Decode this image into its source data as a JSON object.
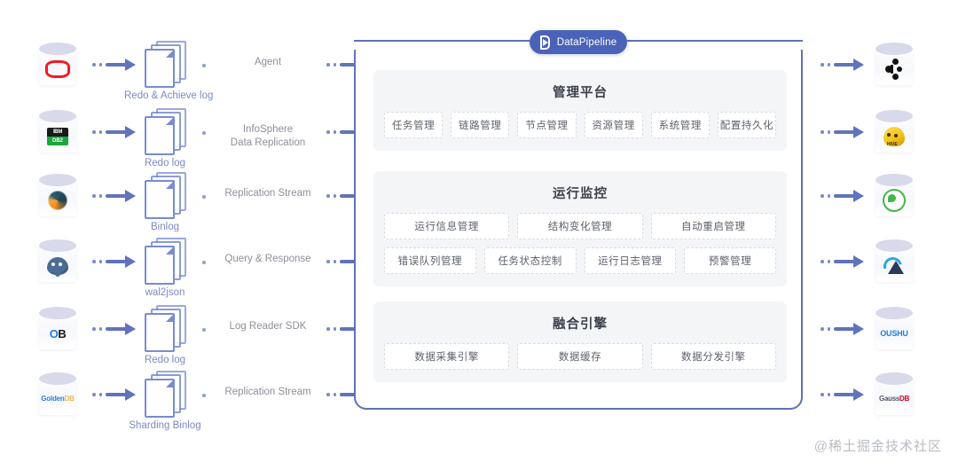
{
  "brand": {
    "badge_label": "DataPipeline",
    "badge_color": "#4a63b8",
    "border_color": "#5f72b8",
    "arrow_color": "#6073bd",
    "doc_label_color": "#7b88c9"
  },
  "watermark": "@稀土掘金技术社区",
  "sources": [
    {
      "db_icon": "oracle-icon",
      "db_name": "Oracle",
      "doc_icon": "document-stack-icon",
      "doc_label": "Redo & Achieve log",
      "method": "Agent"
    },
    {
      "db_icon": "ibm-db2-icon",
      "db_name": "IBM DB2",
      "doc_icon": "document-stack-icon",
      "doc_label": "Redo log",
      "method": "InfoSphere\nData Replication",
      "method_line1": "InfoSphere",
      "method_line2": "Data Replication"
    },
    {
      "db_icon": "mysql-icon",
      "db_name": "MySQL",
      "doc_icon": "document-stack-icon",
      "doc_label": "Binlog",
      "method": "Replication Stream"
    },
    {
      "db_icon": "postgresql-icon",
      "db_name": "PostgreSQL",
      "doc_icon": "document-stack-icon",
      "doc_label": "wal2json",
      "method": "Query & Response"
    },
    {
      "db_icon": "oceanbase-icon",
      "db_name": "OceanBase",
      "doc_icon": "document-stack-icon",
      "doc_label": "Redo log",
      "method": "Log Reader SDK"
    },
    {
      "db_icon": "goldendb-icon",
      "db_name": "GoldenDB",
      "doc_icon": "document-stack-icon",
      "doc_label": "Sharding Binlog",
      "method": "Replication Stream"
    }
  ],
  "targets": [
    {
      "db_icon": "kafka-icon",
      "db_name": "Kafka"
    },
    {
      "db_icon": "hive-icon",
      "db_name": "Hive"
    },
    {
      "db_icon": "greenplum-icon",
      "db_name": "Greenplum"
    },
    {
      "db_icon": "delta-lake-icon",
      "db_name": "Delta Lake"
    },
    {
      "db_icon": "oushu-icon",
      "db_name": "OUSHU"
    },
    {
      "db_icon": "gaussdb-icon",
      "db_name": "GaussDB"
    }
  ],
  "panels": [
    {
      "title": "管理平台",
      "rows": [
        [
          "任务管理",
          "链路管理",
          "节点管理",
          "资源管理",
          "系统管理",
          "配置持久化"
        ]
      ]
    },
    {
      "title": "运行监控",
      "rows": [
        [
          "运行信息管理",
          "结构变化管理",
          "自动重启管理"
        ],
        [
          "错误队列管理",
          "任务状态控制",
          "运行日志管理",
          "预警管理"
        ]
      ]
    },
    {
      "title": "融合引擎",
      "rows": [
        [
          "数据采集引擎",
          "数据缓存",
          "数据分发引擎"
        ]
      ]
    }
  ]
}
